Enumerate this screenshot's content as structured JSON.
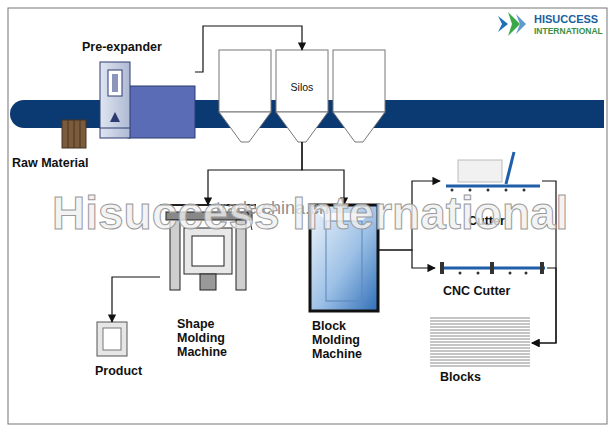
{
  "diagram": {
    "nodes": [
      {
        "text": [
          "Pre-expander"
        ]
      },
      {
        "text": [
          "Silos"
        ]
      },
      {
        "text": [
          "Raw Material"
        ]
      },
      {
        "text": [
          "Cutter"
        ]
      },
      {
        "text": [
          "Shape Molding Machine"
        ]
      },
      {
        "text": [
          "Block Molding Machine"
        ]
      },
      {
        "text": [
          "CNC Cutter"
        ]
      },
      {
        "text": [
          "Product"
        ]
      },
      {
        "text": [
          "Blocks"
        ]
      }
    ],
    "edges": [
      {
        "from": 0,
        "to": 1,
        "arrow": "to"
      },
      {
        "from": 1,
        "to": 4,
        "arrow": "to"
      },
      {
        "from": 1,
        "to": 5,
        "arrow": "to"
      },
      {
        "from": 4,
        "to": 7,
        "arrow": "to"
      },
      {
        "from": 5,
        "to": 3,
        "arrow": "to"
      },
      {
        "from": 5,
        "to": 6,
        "arrow": "to"
      },
      {
        "from": 3,
        "to": 8,
        "arrow": "to"
      },
      {
        "from": 6,
        "to": 8,
        "arrow": "to"
      }
    ],
    "labels": [
      "HISUCCESS",
      "INTERNATIONAL",
      "trade.china.cn",
      "Hisuccess International"
    ]
  }
}
